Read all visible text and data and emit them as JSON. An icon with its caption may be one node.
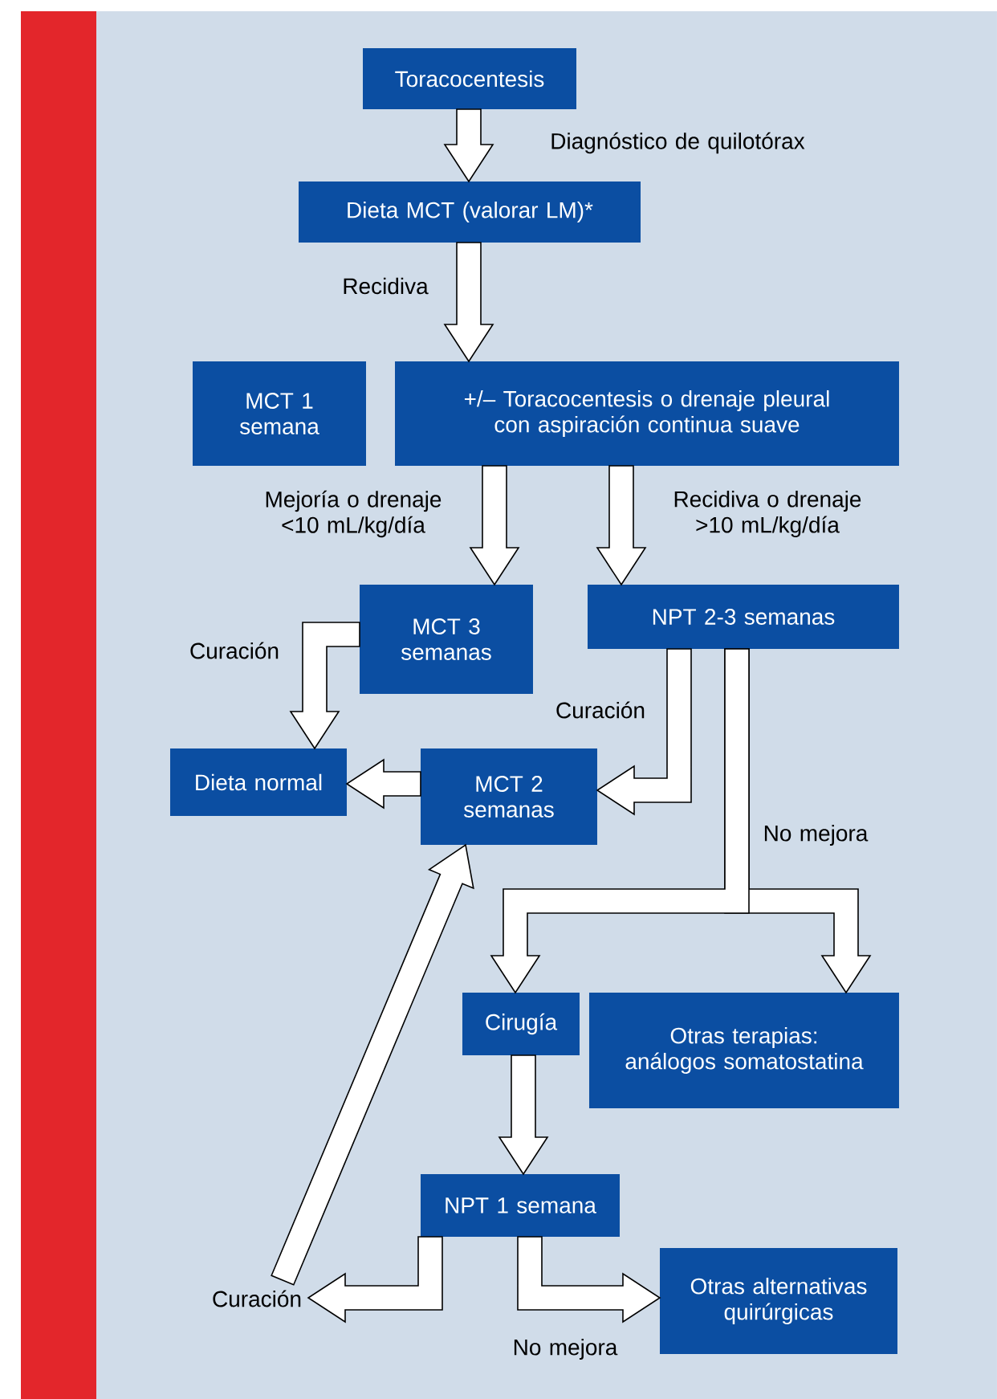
{
  "diagram": {
    "nodes": [
      {
        "text": [
          "Toracocentesis"
        ]
      },
      {
        "text": [
          "Dieta MCT (valorar LM)*"
        ]
      },
      {
        "text": [
          "MCT 1 semana"
        ]
      },
      {
        "text": [
          "+/– Toracocentesis o drenaje pleural con aspiración continua suave"
        ]
      },
      {
        "text": [
          "MCT 3 semanas"
        ]
      },
      {
        "text": [
          "NPT 2-3 semanas"
        ]
      },
      {
        "text": [
          "Dieta normal"
        ]
      },
      {
        "text": [
          "MCT 2 semanas"
        ]
      },
      {
        "text": [
          "Cirugía"
        ]
      },
      {
        "text": [
          "Otras terapias: análogos somatostatina"
        ]
      },
      {
        "text": [
          "NPT 1 semana"
        ]
      },
      {
        "text": [
          "Otras alternativas quirúrgicas"
        ]
      },
      {
        "text": [
          "Curación"
        ]
      }
    ],
    "edges": [
      {
        "from": 0,
        "to": 1,
        "arrow": "to",
        "label": "Diagnóstico de quilotórax"
      },
      {
        "from": 1,
        "to": 3,
        "arrow": "to",
        "label": "Recidiva"
      },
      {
        "from": 3,
        "to": 4,
        "arrow": "to",
        "label": "Mejoría o drenaje <10 mL/kg/día"
      },
      {
        "from": 3,
        "to": 5,
        "arrow": "to",
        "label": "Recidiva o drenaje >10 mL/kg/día"
      },
      {
        "from": 4,
        "to": 6,
        "arrow": "to",
        "label": "Curación"
      },
      {
        "from": 5,
        "to": 7,
        "arrow": "to",
        "label": "Curación"
      },
      {
        "from": 7,
        "to": 6,
        "arrow": "to"
      },
      {
        "from": 5,
        "to": 8,
        "arrow": "to"
      },
      {
        "from": 5,
        "to": 9,
        "arrow": "to",
        "label": "No mejora"
      },
      {
        "from": 8,
        "to": 10,
        "arrow": "to"
      },
      {
        "from": 10,
        "to": 12,
        "arrow": "to"
      },
      {
        "from": 10,
        "to": 11,
        "arrow": "to",
        "label": "No mejora"
      },
      {
        "from": 12,
        "to": 7,
        "arrow": "to"
      }
    ]
  }
}
